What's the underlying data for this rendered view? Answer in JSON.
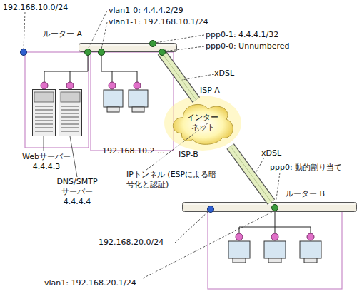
{
  "diagram": {
    "nodes": [
      {
        "text": [
          "ルーター A"
        ]
      },
      {
        "text": [
          "Webサーバー 4.4.4.3"
        ]
      },
      {
        "text": [
          "DNS/SMTP サーバー 4.4.4.4"
        ]
      },
      {
        "text": [
          "192.168.10.2 ..."
        ]
      },
      {
        "text": [
          "インター ネット"
        ]
      },
      {
        "text": [
          "ルーター B"
        ]
      }
    ],
    "edges": [
      {
        "from": 0,
        "to": 4,
        "arrow": "none"
      },
      {
        "from": 4,
        "to": 5,
        "arrow": "none"
      }
    ],
    "labels": [
      "192.168.10.0/24",
      "vlan1-0: 4.4.4.2/29",
      "vlan1-1: 192.168.10.1/24",
      "ppp0-1: 4.4.4.1/32",
      "ppp0-0: Unnumbered",
      "xDSL",
      "ISP-A",
      "IPトンネル (ESPによる暗号化と認証)",
      "ISP-B",
      "xDSL",
      "ppp0: 動的割り当て",
      "192.168.20.0/24",
      "vlan1: 192.168.20.1/24"
    ]
  }
}
